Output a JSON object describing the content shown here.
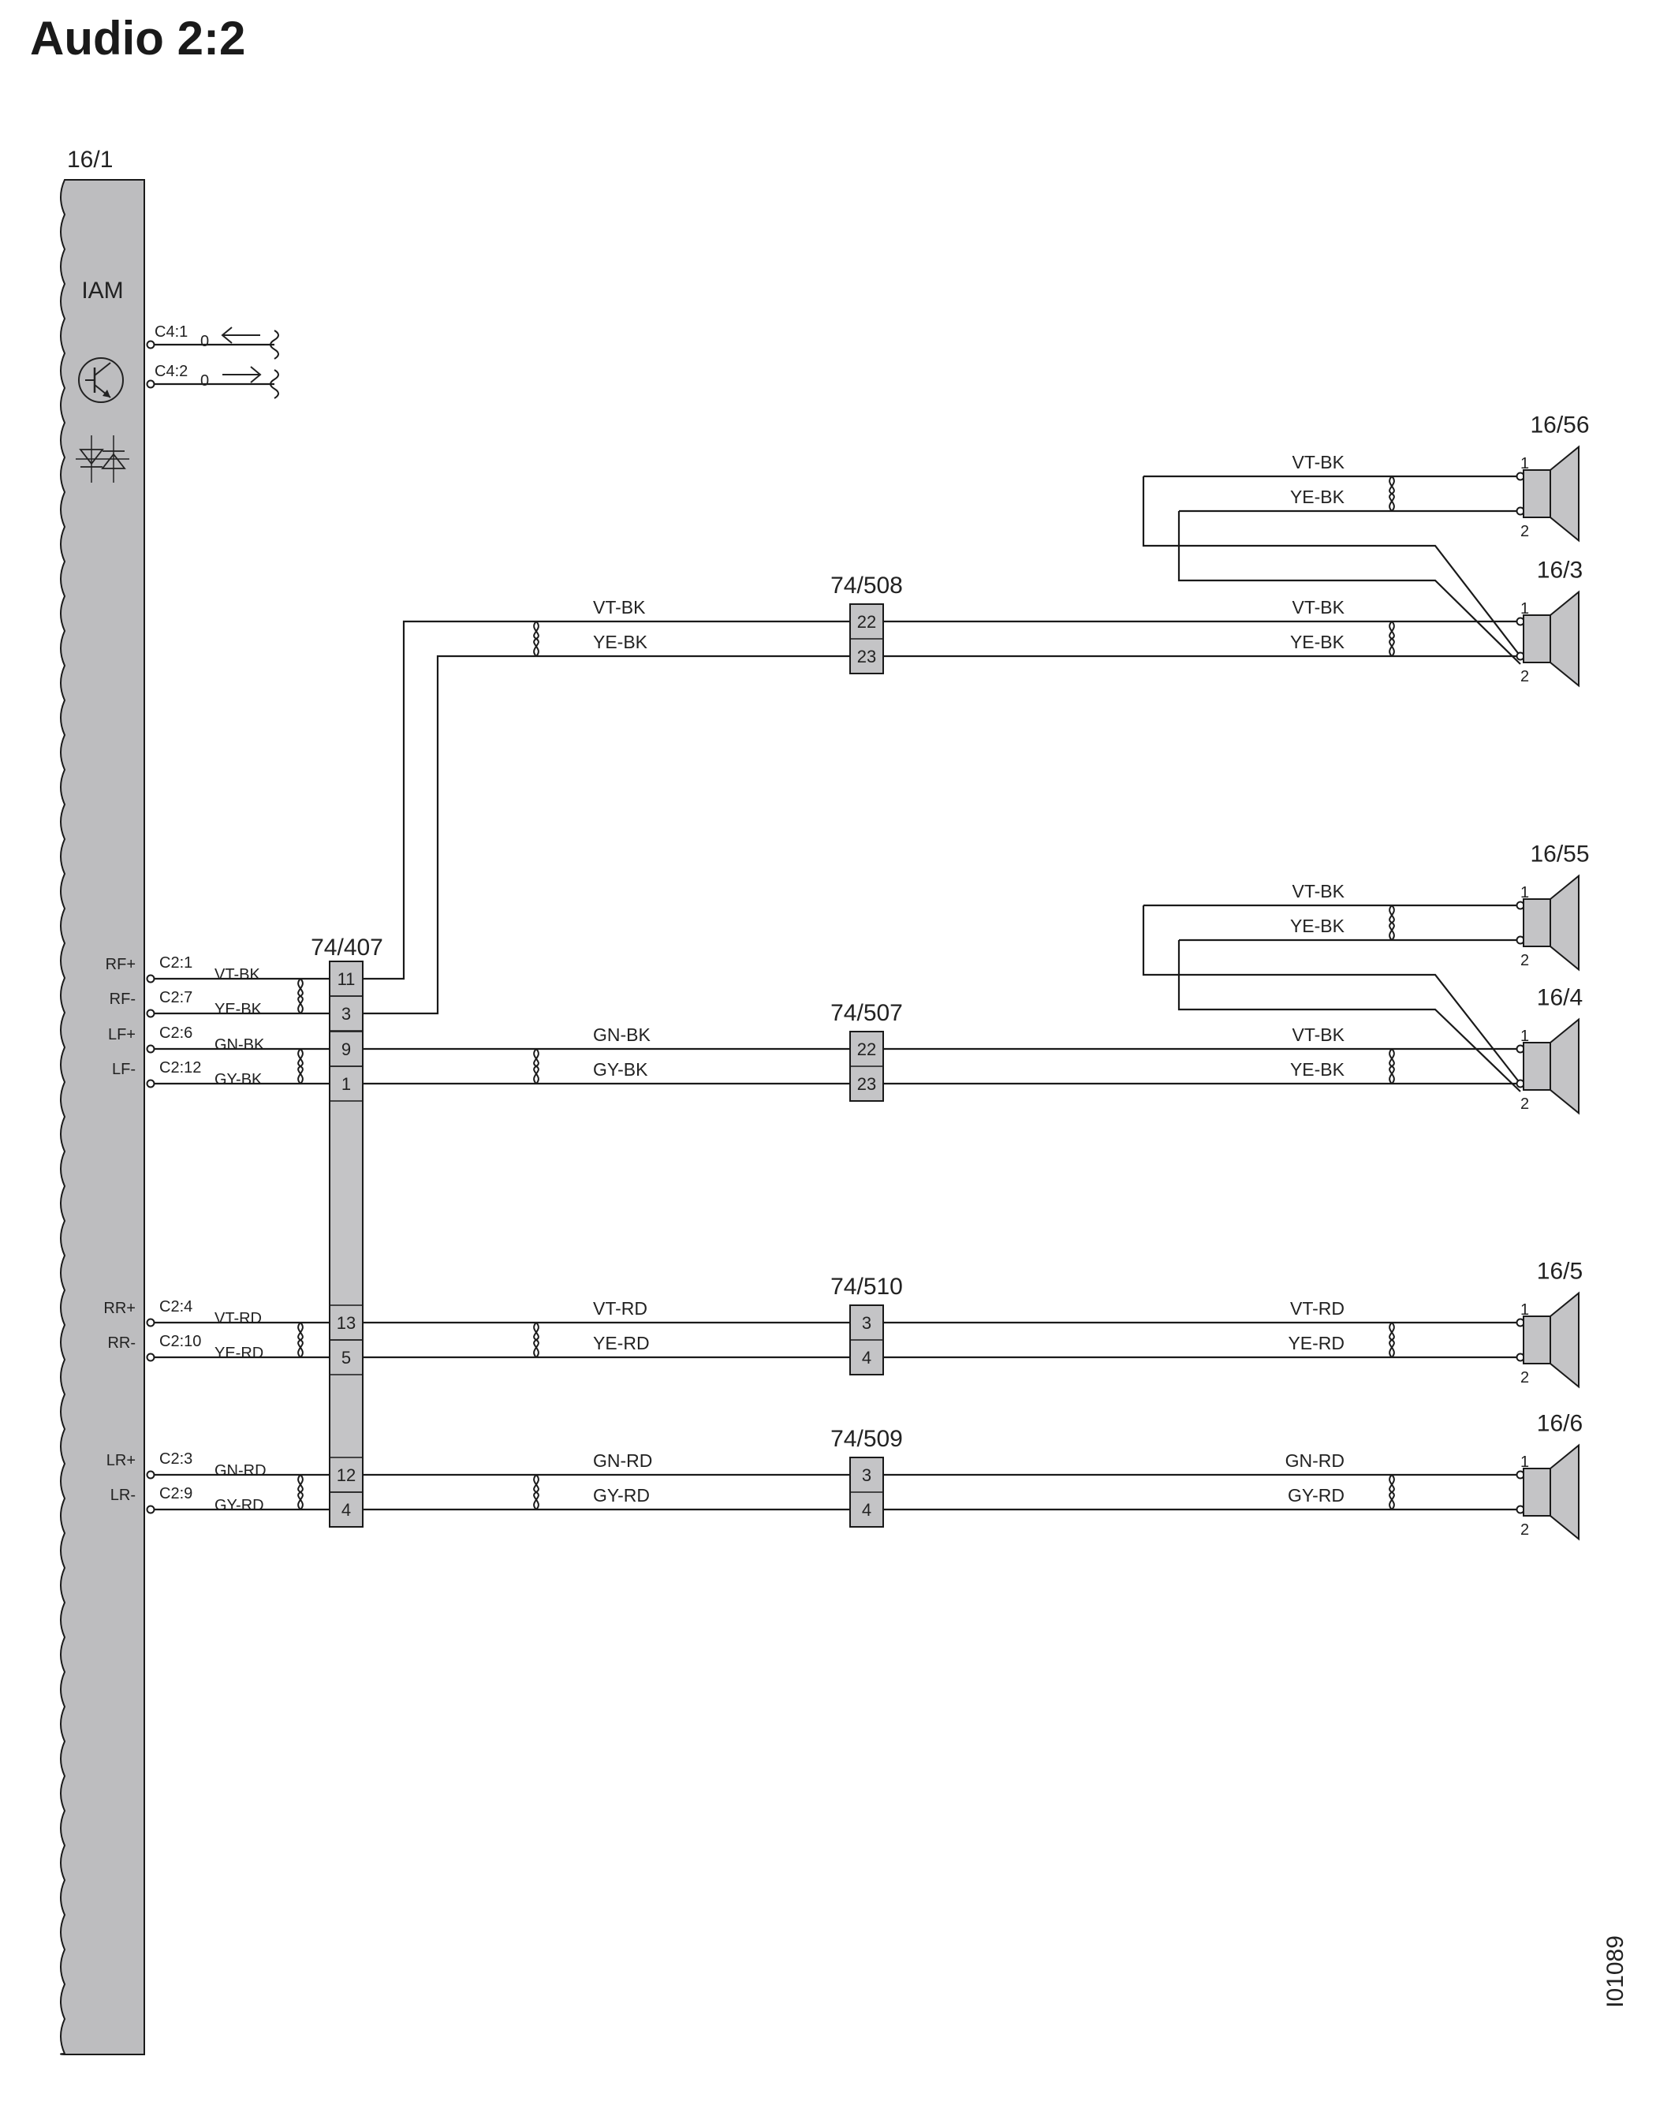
{
  "title": "Audio 2:2",
  "doc_id": "I01089",
  "module": {
    "ref": "16/1",
    "name": "IAM",
    "icons": [
      "transistor-icon",
      "diode-icon"
    ],
    "signals": [
      {
        "pin": "C4:1",
        "state": "0"
      },
      {
        "pin": "C4:2",
        "state": "0"
      }
    ],
    "channels": [
      {
        "label": "RF+",
        "pin": "C2:1",
        "color": "VT-BK"
      },
      {
        "label": "RF-",
        "pin": "C2:7",
        "color": "YE-BK"
      },
      {
        "label": "LF+",
        "pin": "C2:6",
        "color": "GN-BK"
      },
      {
        "label": "LF-",
        "pin": "C2:12",
        "color": "GY-BK"
      },
      {
        "label": "RR+",
        "pin": "C2:4",
        "color": "VT-RD"
      },
      {
        "label": "RR-",
        "pin": "C2:10",
        "color": "YE-RD"
      },
      {
        "label": "LR+",
        "pin": "C2:3",
        "color": "GN-RD"
      },
      {
        "label": "LR-",
        "pin": "C2:9",
        "color": "GY-RD"
      }
    ]
  },
  "connector_main": {
    "ref": "74/407",
    "pins": [
      "11",
      "3",
      "9",
      "1",
      "13",
      "5",
      "12",
      "4"
    ]
  },
  "connectors": [
    {
      "ref": "74/508",
      "pins": [
        "22",
        "23"
      ],
      "in_colors": [
        "VT-BK",
        "YE-BK"
      ],
      "out_colors": [
        "VT-BK",
        "YE-BK"
      ]
    },
    {
      "ref": "74/507",
      "pins": [
        "22",
        "23"
      ],
      "in_colors": [
        "GN-BK",
        "GY-BK"
      ],
      "out_colors": [
        "VT-BK",
        "YE-BK"
      ]
    },
    {
      "ref": "74/510",
      "pins": [
        "3",
        "4"
      ],
      "in_colors": [
        "VT-RD",
        "YE-RD"
      ],
      "out_colors": [
        "VT-RD",
        "YE-RD"
      ]
    },
    {
      "ref": "74/509",
      "pins": [
        "3",
        "4"
      ],
      "in_colors": [
        "GN-RD",
        "GY-RD"
      ],
      "out_colors": [
        "GN-RD",
        "GY-RD"
      ]
    }
  ],
  "speakers": [
    {
      "ref": "16/56",
      "pins": [
        "1",
        "2"
      ],
      "colors": [
        "VT-BK",
        "YE-BK"
      ]
    },
    {
      "ref": "16/3",
      "pins": [
        "1",
        "2"
      ]
    },
    {
      "ref": "16/55",
      "pins": [
        "1",
        "2"
      ],
      "colors": [
        "VT-BK",
        "YE-BK"
      ]
    },
    {
      "ref": "16/4",
      "pins": [
        "1",
        "2"
      ]
    },
    {
      "ref": "16/5",
      "pins": [
        "1",
        "2"
      ]
    },
    {
      "ref": "16/6",
      "pins": [
        "1",
        "2"
      ]
    }
  ]
}
